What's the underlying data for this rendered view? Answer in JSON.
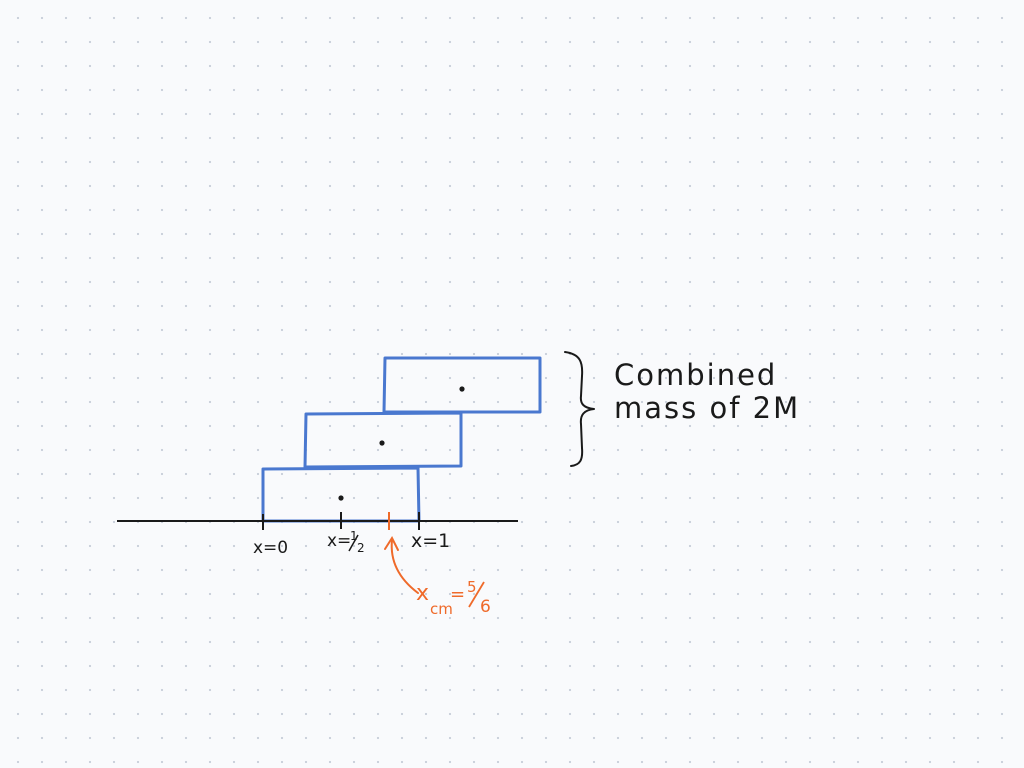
{
  "colors": {
    "block": "#4a78cf",
    "ink": "#1a1a1a",
    "accent": "#ef6a2a",
    "grid_dot": "#c9d0da"
  },
  "axis": {
    "tick_x0": "x=0",
    "tick_x_half_prefix": "x=",
    "tick_x_half_num": "1",
    "tick_x_half_den": "2",
    "tick_x1": "x=1"
  },
  "center_of_mass": {
    "symbol": "x",
    "subscript": "cm",
    "equals": "=",
    "value_num": "5",
    "value_den": "6"
  },
  "brace_note": {
    "line1": "Combined",
    "line2": "mass of 2M"
  }
}
